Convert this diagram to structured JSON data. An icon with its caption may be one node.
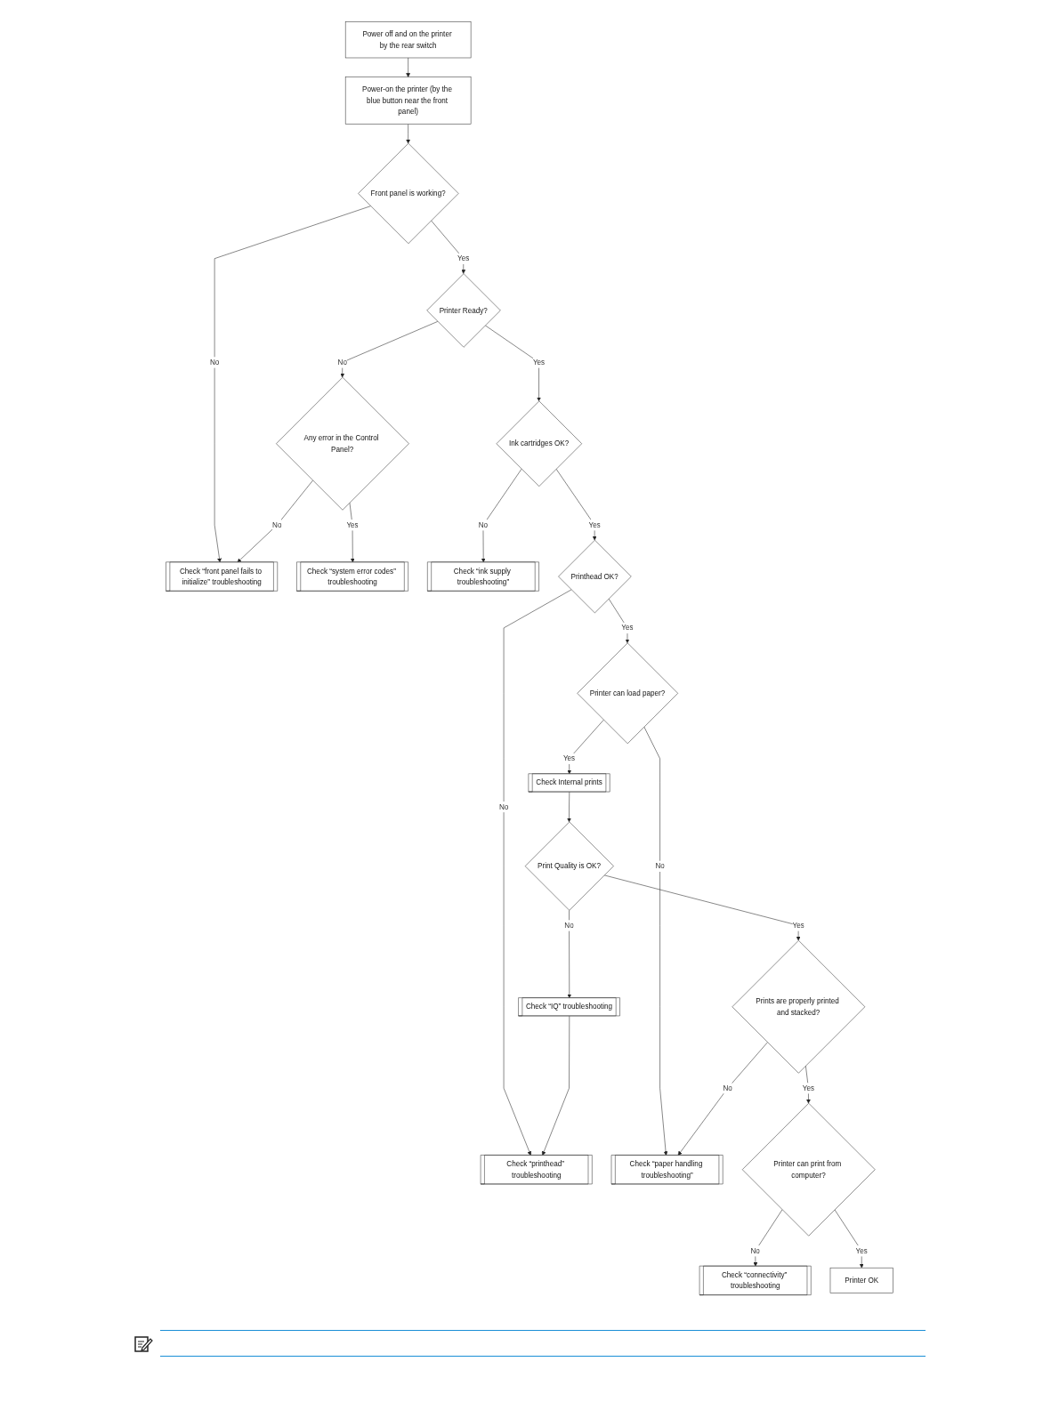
{
  "diagram": {
    "nodes": [
      {
        "text": [
          "Power off and on the printer by the rear switch"
        ]
      },
      {
        "text": [
          "Power-on the printer (by the blue button near the front panel)"
        ]
      },
      {
        "text": [
          "Front panel is working?"
        ]
      },
      {
        "text": [
          "Check “front panel fails to initialize” troubleshooting"
        ]
      },
      {
        "text": [
          "Printer Ready?"
        ]
      },
      {
        "text": [
          "Any error in the Control Panel?"
        ]
      },
      {
        "text": [
          "Check “system error codes” troubleshooting"
        ]
      },
      {
        "text": [
          "Ink cartridges OK?"
        ]
      },
      {
        "text": [
          "Check “ink supply troubleshooting”"
        ]
      },
      {
        "text": [
          "Printhead OK?"
        ]
      },
      {
        "text": [
          "Check “printhead” troubleshooting"
        ]
      },
      {
        "text": [
          "Printer can load paper?"
        ]
      },
      {
        "text": [
          "Check “paper handling troubleshooting”"
        ]
      },
      {
        "text": [
          "Check Internal prints"
        ]
      },
      {
        "text": [
          "Print Quality is OK?"
        ]
      },
      {
        "text": [
          "Check “IQ” troubleshooting"
        ]
      },
      {
        "text": [
          "Prints are properly printed and stacked?"
        ]
      },
      {
        "text": [
          "Printer can print from computer?"
        ]
      },
      {
        "text": [
          "Check “connectivity” troubleshooting"
        ]
      },
      {
        "text": [
          "Printer OK"
        ]
      }
    ],
    "edges": [
      {
        "from": 0,
        "to": 1,
        "arrow": "to"
      },
      {
        "from": 1,
        "to": 2,
        "arrow": "to"
      },
      {
        "from": 2,
        "to": 3,
        "label": "No",
        "arrow": "to"
      },
      {
        "from": 2,
        "to": 4,
        "label": "Yes",
        "arrow": "to"
      },
      {
        "from": 4,
        "to": 5,
        "label": "No",
        "arrow": "to"
      },
      {
        "from": 5,
        "to": 3,
        "label": "No",
        "arrow": "to"
      },
      {
        "from": 5,
        "to": 6,
        "label": "Yes",
        "arrow": "to"
      },
      {
        "from": 4,
        "to": 7,
        "label": "Yes",
        "arrow": "to"
      },
      {
        "from": 7,
        "to": 8,
        "label": "No",
        "arrow": "to"
      },
      {
        "from": 7,
        "to": 9,
        "label": "Yes",
        "arrow": "to"
      },
      {
        "from": 9,
        "to": 10,
        "label": "No",
        "arrow": "to"
      },
      {
        "from": 9,
        "to": 11,
        "label": "Yes",
        "arrow": "to"
      },
      {
        "from": 11,
        "to": 12,
        "label": "No",
        "arrow": "to"
      },
      {
        "from": 11,
        "to": 13,
        "label": "Yes",
        "arrow": "to"
      },
      {
        "from": 13,
        "to": 14,
        "arrow": "to"
      },
      {
        "from": 14,
        "to": 15,
        "label": "No",
        "arrow": "to"
      },
      {
        "from": 15,
        "to": 10,
        "arrow": "to"
      },
      {
        "from": 14,
        "to": 16,
        "label": "Yes",
        "arrow": "to"
      },
      {
        "from": 16,
        "to": 12,
        "label": "No",
        "arrow": "to"
      },
      {
        "from": 16,
        "to": 17,
        "label": "Yes",
        "arrow": "to"
      },
      {
        "from": 17,
        "to": 18,
        "label": "No",
        "arrow": "to"
      },
      {
        "from": 17,
        "to": 19,
        "label": "Yes",
        "arrow": "to"
      }
    ]
  }
}
